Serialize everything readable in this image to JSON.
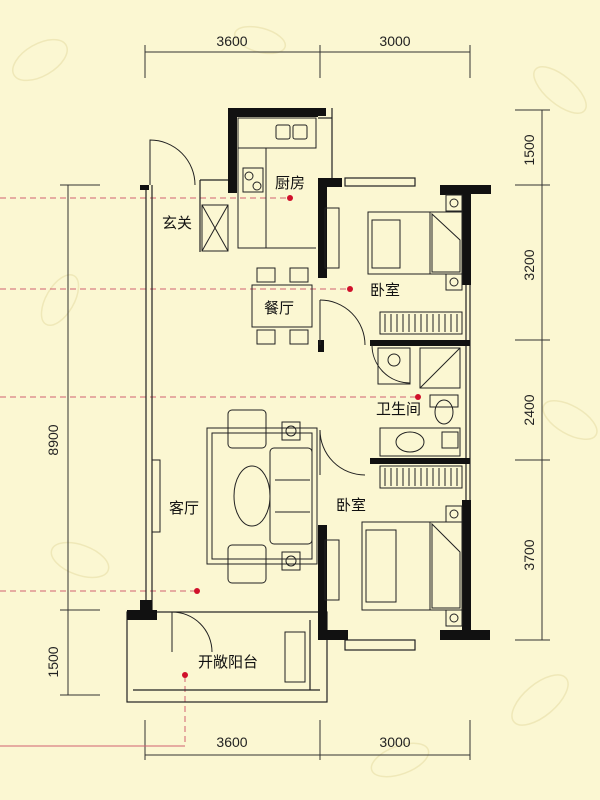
{
  "rooms": {
    "kitchen": "厨房",
    "entrance": "玄关",
    "dining": "餐厅",
    "bedroom_top": "卧室",
    "bathroom": "卫生间",
    "living": "客厅",
    "bedroom_bottom": "卧室",
    "balcony": "开敞阳台"
  },
  "dimensions": {
    "top_left": "3600",
    "top_right": "3000",
    "bottom_left": "3600",
    "bottom_right": "3000",
    "left_main": "8900",
    "left_balcony": "1500",
    "right_1": "1500",
    "right_2": "3200",
    "right_3": "2400",
    "right_4": "3700"
  },
  "colors": {
    "background": "#fbf7d2",
    "wall": "#111111",
    "marker": "#d0102a",
    "dash": "#d06070"
  }
}
